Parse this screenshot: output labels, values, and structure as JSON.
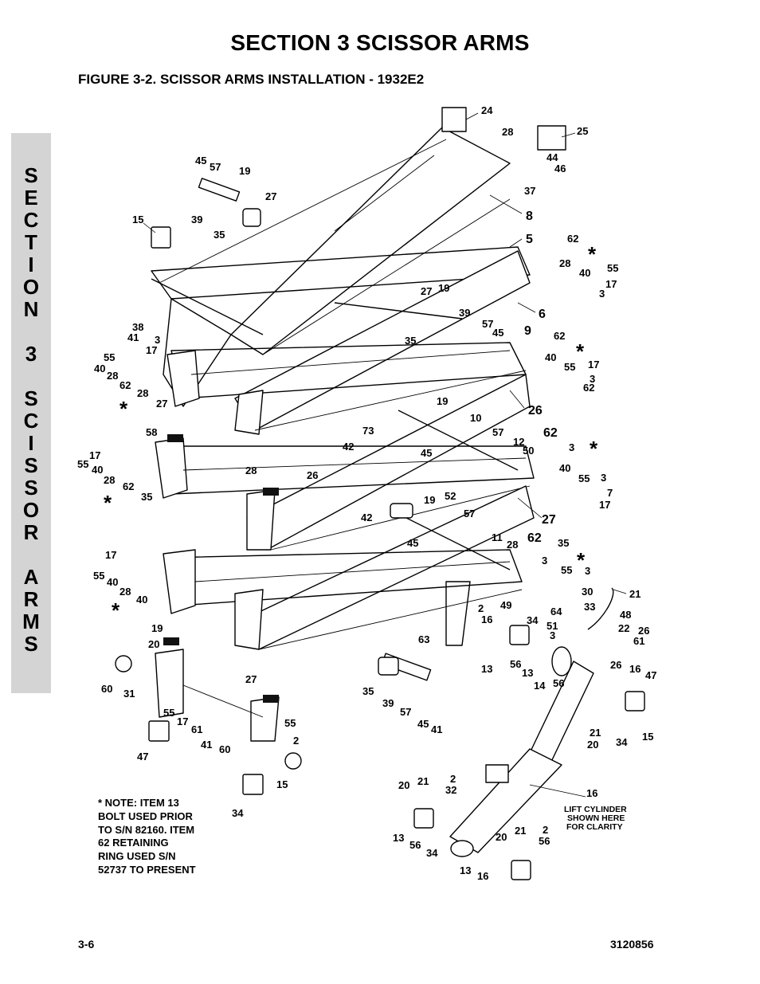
{
  "header": {
    "section_title": "SECTION 3  SCISSOR ARMS",
    "figure_title": "FIGURE 3-2.    SCISSOR ARMS INSTALLATION - 1932E2"
  },
  "side_tab": {
    "letters": [
      "S",
      "E",
      "C",
      "T",
      "I",
      "O",
      "N",
      "",
      "3",
      "",
      "S",
      "C",
      "I",
      "S",
      "S",
      "O",
      "R",
      "",
      "A",
      "R",
      "M",
      "S"
    ]
  },
  "callouts": [
    "24",
    "25",
    "28",
    "44",
    "46",
    "45",
    "57",
    "19",
    "27",
    "37",
    "8",
    "15",
    "39",
    "35",
    "5",
    "62",
    "28",
    "40",
    "55",
    "17",
    "3",
    "27",
    "19",
    "39",
    "6",
    "38",
    "41",
    "3",
    "57",
    "45",
    "9",
    "62",
    "35",
    "17",
    "55",
    "40",
    "28",
    "62",
    "28",
    "40",
    "55",
    "17",
    "3",
    "62",
    "27",
    "19",
    "10",
    "26",
    "58",
    "73",
    "42",
    "57",
    "12",
    "62",
    "3",
    "17",
    "55",
    "40",
    "28",
    "62",
    "35",
    "45",
    "50",
    "26",
    "28",
    "40",
    "55",
    "3",
    "17",
    "7",
    "27",
    "19",
    "52",
    "42",
    "57",
    "11",
    "62",
    "35",
    "45",
    "28",
    "3",
    "17",
    "55",
    "40",
    "28",
    "40",
    "55",
    "3",
    "30",
    "21",
    "2",
    "16",
    "49",
    "33",
    "34",
    "64",
    "51",
    "48",
    "22",
    "26",
    "19",
    "63",
    "3",
    "61",
    "20",
    "13",
    "56",
    "13",
    "16",
    "47",
    "60",
    "31",
    "14",
    "56",
    "26",
    "27",
    "35",
    "39",
    "57",
    "45",
    "41",
    "55",
    "17",
    "61",
    "55",
    "41",
    "60",
    "2",
    "21",
    "20",
    "34",
    "15",
    "47",
    "15",
    "34",
    "20",
    "21",
    "2",
    "32",
    "16",
    "13",
    "56",
    "34",
    "20",
    "21",
    "2",
    "56",
    "13",
    "16"
  ],
  "asterisk": "*",
  "note": {
    "lines": [
      "* NOTE: ITEM 13",
      "BOLT USED PRIOR",
      "TO S/N 82160. ITEM",
      "62 RETAINING",
      "RING USED S/N",
      "52737 TO PRESENT"
    ]
  },
  "lift_cylinder_label": [
    "LIFT CYLINDER",
    "SHOWN HERE",
    "FOR CLARITY"
  ],
  "footer": {
    "page_number": "3-6",
    "document_number": "3120856"
  }
}
